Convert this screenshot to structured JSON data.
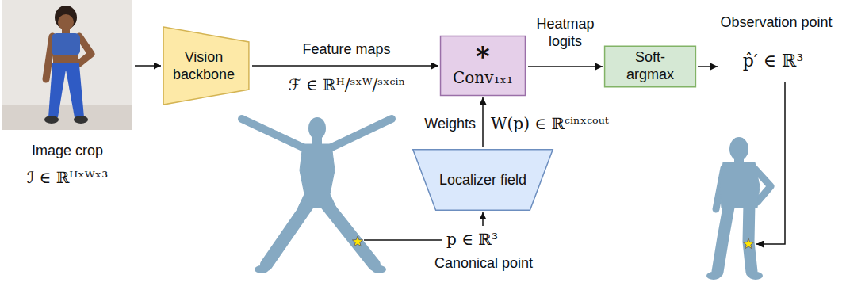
{
  "diagram": {
    "nodes": [
      {
        "text": [
          "Image crop",
          "ℐ ∈ ℝᴴˣᵂˣ³"
        ]
      },
      {
        "text": [
          "Vision backbone"
        ]
      },
      {
        "text": [
          "*",
          "Conv₁ₓ₁"
        ]
      },
      {
        "text": [
          "Soft-argmax"
        ]
      },
      {
        "text": [
          "Localizer field"
        ]
      }
    ],
    "edges": [
      {
        "from": 0,
        "to": 1,
        "arrow": "to"
      },
      {
        "from": 1,
        "to": 2,
        "arrow": "to",
        "label": "Feature maps"
      },
      {
        "from": 2,
        "to": 3,
        "arrow": "to",
        "label": "Heatmap logits"
      },
      {
        "from": 4,
        "to": 2,
        "arrow": "to",
        "label": "Weights"
      }
    ],
    "labels": [
      "ℱ ∈ ℝᴴ/ˢˣᵂ/ˢˣᶜⁱⁿ",
      "W(p) ∈ ℝᶜⁱⁿˣᶜᵒᵘᵗ",
      "Observation point",
      "p̂′ ∈ ℝ³",
      "p ∈ ℝ³",
      "Canonical point"
    ]
  }
}
